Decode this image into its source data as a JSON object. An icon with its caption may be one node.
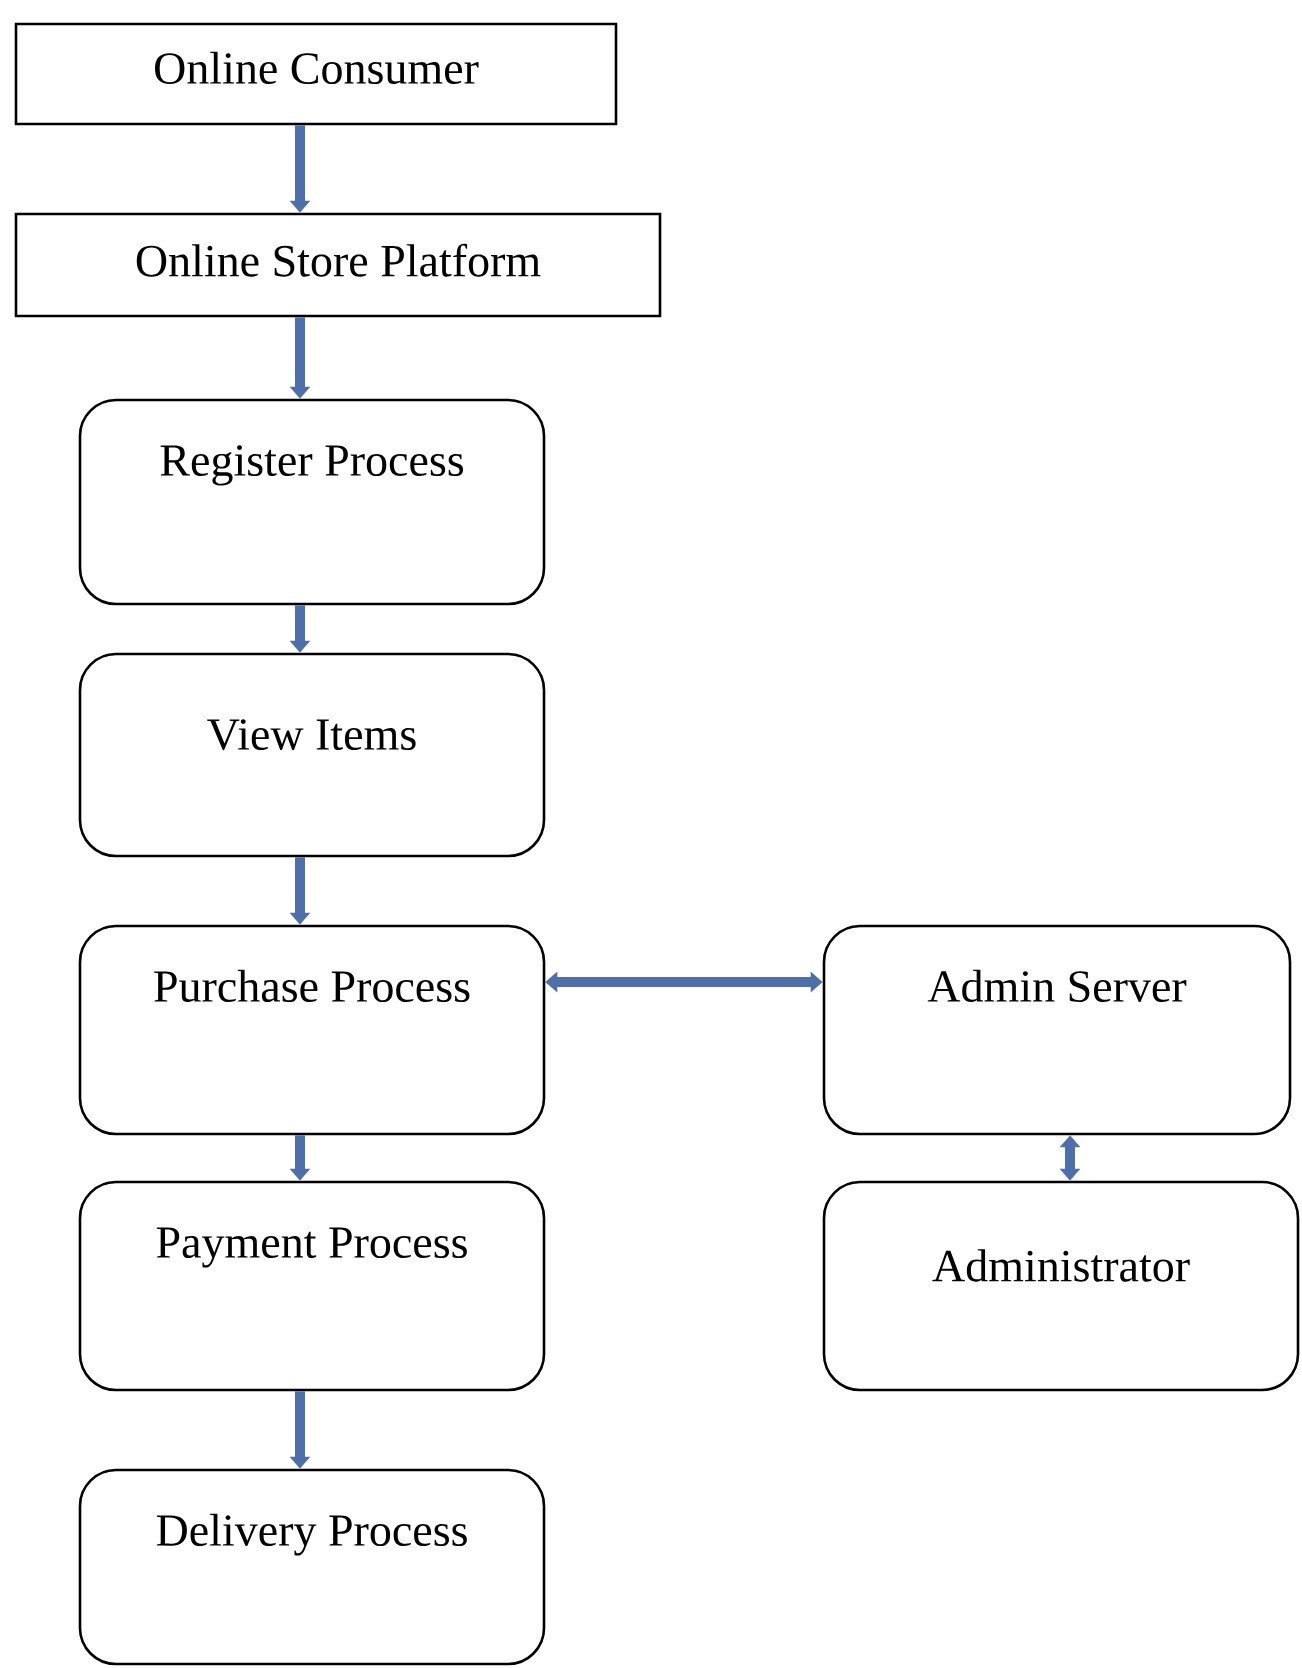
{
  "diagram": {
    "nodes": [
      {
        "text": [
          "Online Consumer"
        ]
      },
      {
        "text": [
          "Online Store Platform"
        ]
      },
      {
        "text": [
          "Register Process"
        ]
      },
      {
        "text": [
          "View Items"
        ]
      },
      {
        "text": [
          "Purchase Process"
        ]
      },
      {
        "text": [
          "Payment Process"
        ]
      },
      {
        "text": [
          "Delivery Process"
        ]
      },
      {
        "text": [
          "Admin Server"
        ]
      },
      {
        "text": [
          "Administrator"
        ]
      }
    ],
    "edges": [
      {
        "from": 0,
        "to": 1,
        "arrow": "to"
      },
      {
        "from": 1,
        "to": 2,
        "arrow": "to"
      },
      {
        "from": 2,
        "to": 3,
        "arrow": "to"
      },
      {
        "from": 3,
        "to": 4,
        "arrow": "to"
      },
      {
        "from": 4,
        "to": 5,
        "arrow": "to"
      },
      {
        "from": 5,
        "to": 6,
        "arrow": "to"
      },
      {
        "from": 4,
        "to": 7,
        "arrow": "both"
      },
      {
        "from": 7,
        "to": 8,
        "arrow": "both"
      }
    ]
  }
}
